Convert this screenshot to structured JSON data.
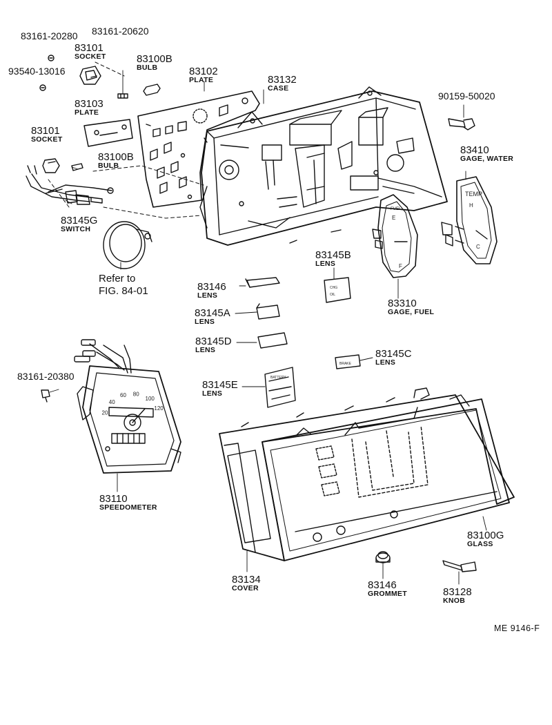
{
  "parts": [
    {
      "id": "p01",
      "number": "83161-20280",
      "name": ""
    },
    {
      "id": "p02",
      "number": "83161-20620",
      "name": ""
    },
    {
      "id": "p03",
      "number": "83101",
      "name": "SOCKET"
    },
    {
      "id": "p04",
      "number": "93540-13016",
      "name": ""
    },
    {
      "id": "p05",
      "number": "83100B",
      "name": "BULB"
    },
    {
      "id": "p06",
      "number": "83102",
      "name": "PLATE"
    },
    {
      "id": "p07",
      "number": "83132",
      "name": "CASE"
    },
    {
      "id": "p08",
      "number": "90159-50020",
      "name": ""
    },
    {
      "id": "p09",
      "number": "83103",
      "name": "PLATE"
    },
    {
      "id": "p10",
      "number": "83101",
      "name": "SOCKET"
    },
    {
      "id": "p11",
      "number": "83100B",
      "name": "BULB"
    },
    {
      "id": "p12",
      "number": "83410",
      "name": "GAGE, WATER"
    },
    {
      "id": "p13",
      "number": "83145G",
      "name": "SWITCH"
    },
    {
      "id": "p14",
      "number": "83145B",
      "name": "LENS"
    },
    {
      "id": "p15",
      "number": "83146",
      "name": "LENS"
    },
    {
      "id": "p16",
      "number": "83145A",
      "name": "LENS"
    },
    {
      "id": "p17",
      "number": "83310",
      "name": "GAGE, FUEL"
    },
    {
      "id": "p18",
      "number": "83145D",
      "name": "LENS"
    },
    {
      "id": "p19",
      "number": "83145C",
      "name": "LENS"
    },
    {
      "id": "p20",
      "number": "83161-20380",
      "name": ""
    },
    {
      "id": "p21",
      "number": "83145E",
      "name": "LENS"
    },
    {
      "id": "p22",
      "number": "83110",
      "name": "SPEEDOMETER"
    },
    {
      "id": "p23",
      "number": "83100G",
      "name": "GLASS"
    },
    {
      "id": "p24",
      "number": "83134",
      "name": "COVER"
    },
    {
      "id": "p25",
      "number": "83146",
      "name": "GROMMET"
    },
    {
      "id": "p26",
      "number": "83128",
      "name": "KNOB"
    }
  ],
  "reference": {
    "line1": "Refer to",
    "line2": "FIG. 84-01"
  },
  "diagram_code": "ME  9146-F",
  "gauge_marks": {
    "temp": "TEMP",
    "hot": "H",
    "cold": "C",
    "fuel": "FUEL",
    "empty": "E",
    "full": "F",
    "speed_ticks": [
      "20",
      "40",
      "60",
      "80",
      "100",
      "120"
    ]
  },
  "lens_marks": {
    "chg_oil": "CHG\nOIL",
    "battery": "BATTERY",
    "brake": "BRAKE"
  },
  "colors": {
    "ink": "#111111",
    "paper": "#ffffff"
  }
}
